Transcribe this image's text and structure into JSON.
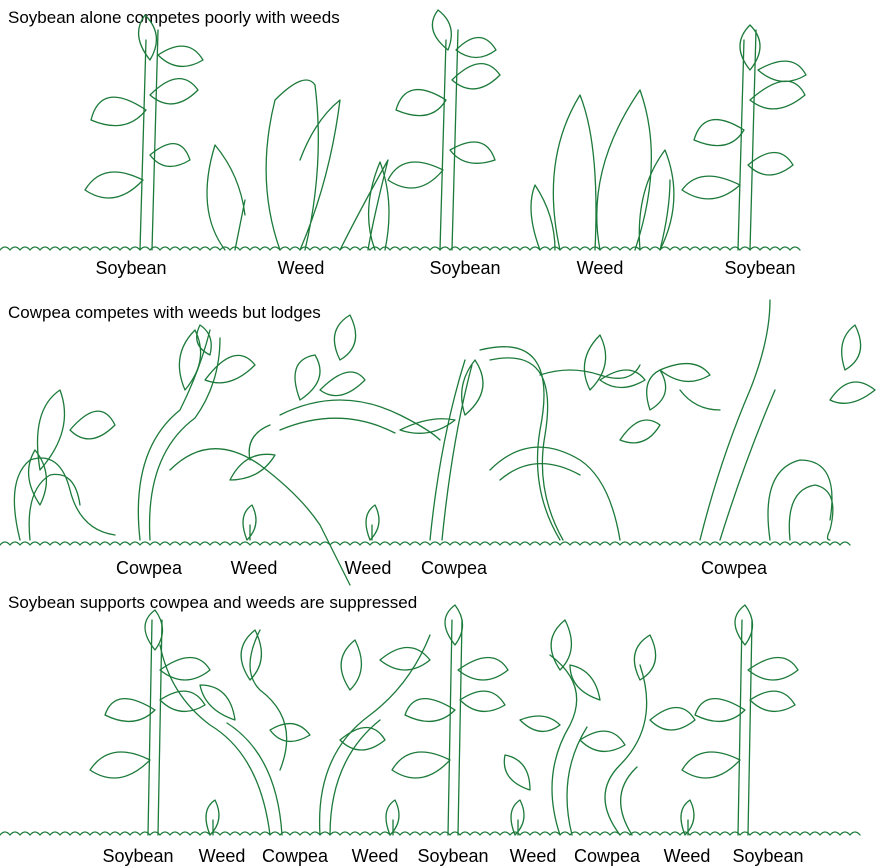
{
  "panels": [
    {
      "heading": "Soybean alone competes poorly with weeds",
      "labels": [
        "Soybean",
        "Weed",
        "Soybean",
        "Weed",
        "Soybean"
      ]
    },
    {
      "heading": "Cowpea competes with weeds but lodges",
      "labels": [
        "Cowpea",
        "Weed",
        "Weed",
        "Cowpea",
        "Cowpea"
      ]
    },
    {
      "heading": "Soybean supports cowpea and weeds are suppressed",
      "labels": [
        "Soybean",
        "Weed",
        "Cowpea",
        "Weed",
        "Soybean",
        "Weed",
        "Cowpea",
        "Weed",
        "Soybean"
      ]
    }
  ],
  "colors": {
    "line": "#1c7a3a",
    "text": "#000000",
    "background": "#ffffff"
  }
}
